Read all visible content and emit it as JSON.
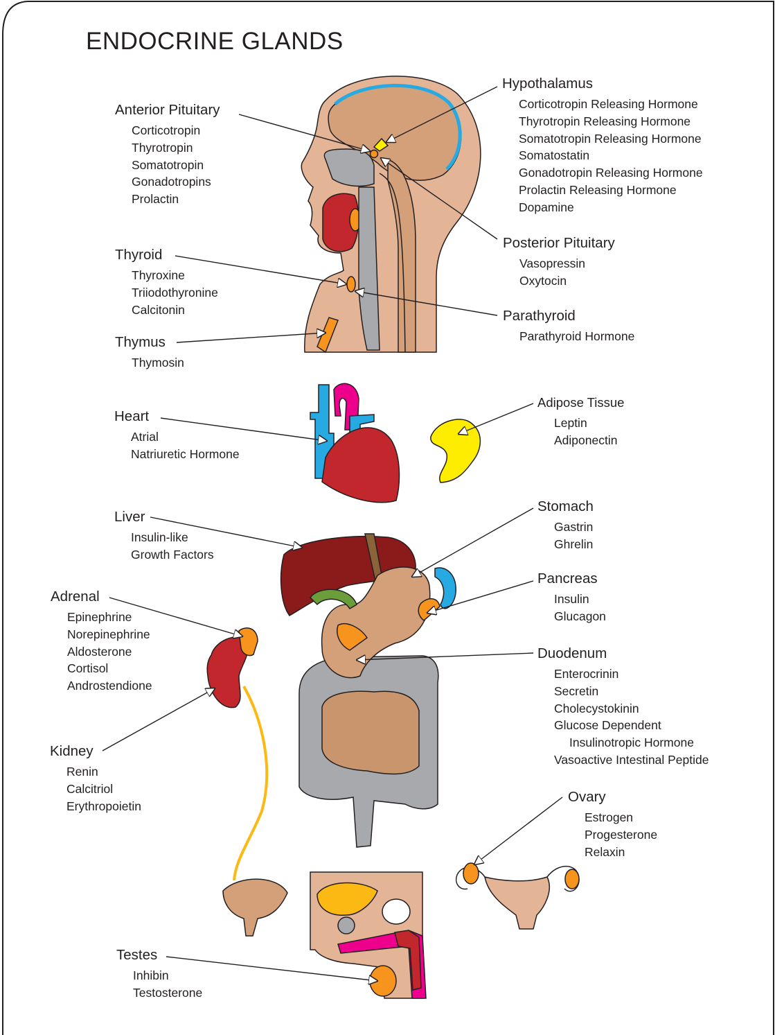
{
  "title": "ENDOCRINE GLANDS",
  "glands": {
    "anterior_pituitary": {
      "name": "Anterior Pituitary",
      "hormones": [
        "Corticotropin",
        "Thyrotropin",
        "Somatotropin",
        "Gonadotropins",
        "Prolactin"
      ]
    },
    "hypothalamus": {
      "name": "Hypothalamus",
      "hormones": [
        "Corticotropin Releasing Hormone",
        "Thyrotropin Releasing Hormone",
        "Somatotropin Releasing Hormone",
        "Somatostatin",
        "Gonadotropin Releasing Hormone",
        "Prolactin Releasing Hormone",
        "Dopamine"
      ]
    },
    "posterior_pituitary": {
      "name": "Posterior Pituitary",
      "hormones": [
        "Vasopressin",
        "Oxytocin"
      ]
    },
    "thyroid": {
      "name": "Thyroid",
      "hormones": [
        "Thyroxine",
        "Triiodothyronine",
        "Calcitonin"
      ]
    },
    "parathyroid": {
      "name": "Parathyroid",
      "hormones": [
        "Parathyroid Hormone"
      ]
    },
    "thymus": {
      "name": "Thymus",
      "hormones": [
        "Thymosin"
      ]
    },
    "heart": {
      "name": "Heart",
      "hormones": [
        "Atrial",
        "Natriuretic Hormone"
      ]
    },
    "adipose": {
      "name": "Adipose Tissue",
      "hormones": [
        "Leptin",
        "Adiponectin"
      ]
    },
    "liver": {
      "name": "Liver",
      "hormones": [
        "Insulin-like",
        "Growth Factors"
      ]
    },
    "stomach": {
      "name": "Stomach",
      "hormones": [
        "Gastrin",
        "Ghrelin"
      ]
    },
    "pancreas": {
      "name": "Pancreas",
      "hormones": [
        "Insulin",
        "Glucagon"
      ]
    },
    "adrenal": {
      "name": "Adrenal",
      "hormones": [
        "Epinephrine",
        "Norepinephrine",
        "Aldosterone",
        "Cortisol",
        "Androstendione"
      ]
    },
    "duodenum": {
      "name": "Duodenum",
      "hormones": [
        "Enterocrinin",
        "Secretin",
        "Cholecystokinin",
        "Glucose Dependent",
        "Insulinotropic Hormone",
        "Vasoactive Intestinal Peptide"
      ]
    },
    "kidney": {
      "name": "Kidney",
      "hormones": [
        "Renin",
        "Calcitriol",
        "Erythropoietin"
      ]
    },
    "ovary": {
      "name": "Ovary",
      "hormones": [
        "Estrogen",
        "Progesterone",
        "Relaxin"
      ]
    },
    "testes": {
      "name": "Testes",
      "hormones": [
        "Inhibin",
        "Testosterone"
      ]
    }
  },
  "colors": {
    "skin": "#e3b596",
    "skin_dark": "#d4a07a",
    "brain": "#d4a07a",
    "gray": "#a7a9ac",
    "red": "#c1272d",
    "dark_red": "#8b1a1a",
    "orange": "#f7941d",
    "yellow": "#ffed00",
    "blue": "#27aae1",
    "magenta": "#ec008c",
    "green": "#6b9e3a",
    "brown": "#8c6239",
    "urine": "#fdb913",
    "outline": "#231f20"
  }
}
